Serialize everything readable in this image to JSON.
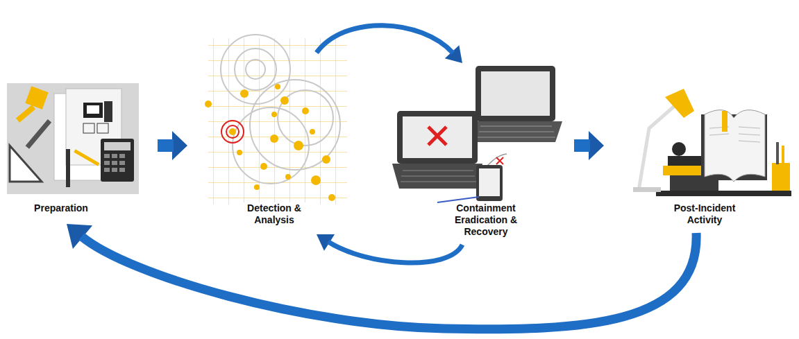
{
  "diagram": {
    "nodes": [
      {
        "text": [
          "Preparation"
        ]
      },
      {
        "text": [
          "Detection & Analysis"
        ]
      },
      {
        "text": [
          "Containment Eradication & Recovery"
        ]
      },
      {
        "text": [
          "Post-Incident Activity"
        ]
      }
    ],
    "edges": [
      {
        "from": 0,
        "to": 1,
        "arrow": "to"
      },
      {
        "from": 1,
        "to": 2,
        "arrow": "to"
      },
      {
        "from": 2,
        "to": 1,
        "arrow": "to"
      },
      {
        "from": 2,
        "to": 3,
        "arrow": "to"
      },
      {
        "from": 3,
        "to": 0,
        "arrow": "to"
      }
    ]
  }
}
